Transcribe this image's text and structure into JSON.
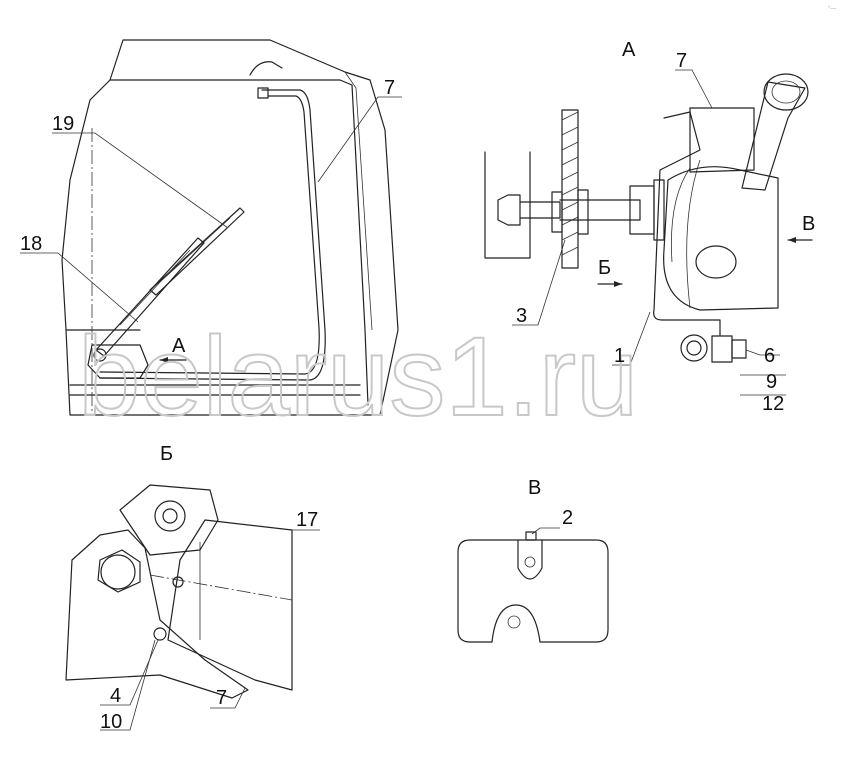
{
  "watermark": "belarus1.ru",
  "corner_mark": "°—",
  "views": {
    "a_main": "А",
    "a_arrow": "А",
    "b_arrow": "Б",
    "b_title": "Б",
    "v_arrow": "В",
    "v_title": "В"
  },
  "callouts": {
    "c7_cab": "7",
    "c19": "19",
    "c18": "18",
    "c7_a": "7",
    "c3": "3",
    "c1": "1",
    "c6": "6",
    "c9": "9",
    "c12": "12",
    "c17": "17",
    "c4": "4",
    "c10": "10",
    "c7_b": "7",
    "c2": "2"
  }
}
